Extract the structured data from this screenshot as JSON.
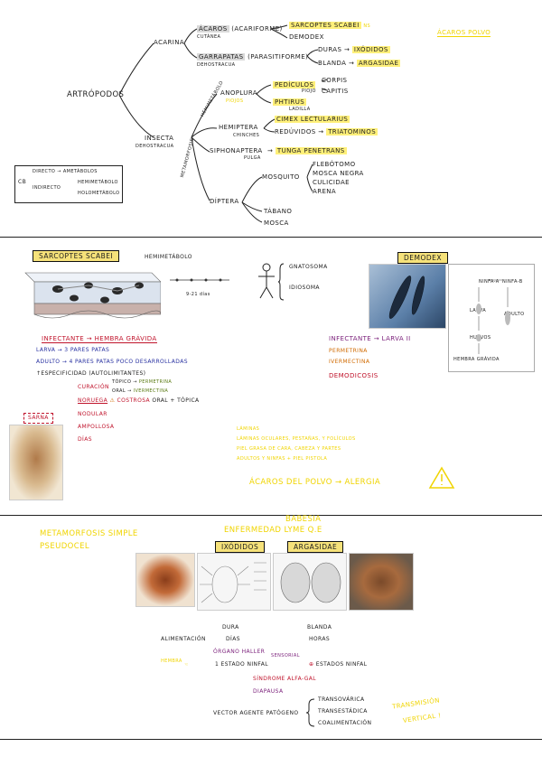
{
  "mindmap": {
    "root": "ARTRÓPODOS",
    "acarina": "ACARINA",
    "insecta": "INSECTA",
    "insecta_sub": "DEHOSTRACUA",
    "acaros": "ÁCAROS",
    "acaros_sub": "(ACARIFORME)",
    "cutanea": "CUTÁNEA",
    "garrapatas": "GARRAPATAS",
    "garrapatas_sub": "(PARASITIFORME)",
    "garrapatas_note": "DEHOSTRACUA",
    "sarcoptes": "SARCOPTES SCABEI",
    "demodex": "DEMODEX",
    "duras": "DURAS",
    "ixodidos": "IXÓDIDOS",
    "blanda": "BLANDA",
    "argasidae": "ARGASIDAE",
    "acaros_polvo": "ÁCAROS POLVO",
    "tag_ns": "NS",
    "anoplura": "ANOPLURA",
    "anoplura_note": "PIOJOS",
    "pediculus": "PEDÍCULOS",
    "piojo": "PIOJO",
    "corpis": "CORPIS",
    "capitis": "CAPITIS",
    "phtirus": "PHTIRUS",
    "ladilla": "LADILLA",
    "hemiptera": "HEMIPTERA",
    "chinches": "CHINCHES",
    "cimex": "CIMEX LECTULARIUS",
    "reduvidos": "REDÚVIDOS",
    "triatominos": "TRIATOMINOS",
    "siphonaptera": "SIPHONAPTERA",
    "pulga": "PULGA",
    "tunga": "TUNGA PENETRANS",
    "diptera": "DÍPTERA",
    "mosquito": "MOSQUITO",
    "flebotomo": "FLEBÓTOMO",
    "mosca_negra": "MOSCA NEGRA",
    "culicidae": "CULICIDAE",
    "arena": "ARENA",
    "tabano": "TÁBANO",
    "mosca": "MOSCA",
    "side_a": "HEMIMETÁBOLO",
    "side_b": "METAMORFOSIS"
  },
  "transmission_box": {
    "cb": "CB",
    "directo": "DIRECTO",
    "directo_val": "AMETÁBOLOS",
    "indirecto": "INDIRECTO",
    "hemi": "HEMIMETÁBOLO",
    "holo": "HOLOMETÁBOLO"
  },
  "section2": {
    "sarcoptes_title": "SARCOPTES SCABEI",
    "hemimetabolo": "HEMIMETÁBOLO",
    "days": "9-21 días",
    "gnatosoma": "GNATOSOMA",
    "idiosoma": "IDIOSOMA",
    "demodex_title": "DEMODEX",
    "infectante_hembra": "INFECTANTE → HEMBRA GRÁVIDA",
    "larva": "LARVA → 3 PARES PATAS",
    "adulto": "ADULTO → 4 PARES PATAS POCO DESARROLLADAS",
    "especificidad": "↑ESPECIFICIDAD (AUTOLIMITANTES)",
    "curacion": "CURACIÓN",
    "topico": "TÓPICO",
    "permetrina": "PERMETRINA",
    "oral": "ORAL",
    "ivermectina": "IVERMECTINA",
    "noruega": "NORUEGA",
    "costrosa": "COSTROSA",
    "oral_topica": "ORAL + TÓPICA",
    "nodular": "NODULAR",
    "ampollosa": "AMPOLLOSA",
    "dias": "DÍAS",
    "sarna": "SARNA",
    "infectante_larva": "INFECTANTE → LARVA II",
    "demo_perm": "PERMETRINA",
    "demo_iver": "IVERMECTINA",
    "demodicosis": "DEMODICOSIS",
    "acaros_polvo": "ÁCAROS DEL POLVO → ALERGIA",
    "faint1": "LÁMINAS",
    "faint2": "LÁMINAS OCULARES, PESTAÑAS, Y FOLÍCULOS",
    "faint3": "PIEL GRASA DE CARA, CABEZA Y PARTES",
    "faint4": "ADULTOS Y NINFAS + PIEL PISTOLA",
    "dm_ninfa1": "NINFA-A",
    "dm_ninfa2": "NINFA-B",
    "dm_adulto": "ADULTO",
    "dm_larva": "LARVA",
    "dm_huevos": "HUEVOS",
    "dm_hembra": "HEMBRA GRÁVIDA"
  },
  "section3": {
    "metamorfosis": "METAMORFOSIS SIMPLE",
    "pseudocel": "PSEUDOCEL",
    "babesia": "BABESIA",
    "lyme": "ENFERMEDAD LYME Q.E",
    "ixodidos": "IXÓDIDOS",
    "argasidae": "ARGASIDAE",
    "dura": "DURA",
    "blanda": "BLANDA",
    "alimentacion": "ALIMENTACIÓN",
    "dias": "DÍAS",
    "horas": "HORAS",
    "organo": "ÓRGANO HALLER",
    "organo_note": "SENSORIAL",
    "hembra": "HEMBRA",
    "estado1": "1 ESTADO NINFAL",
    "estados": "ESTADOS NINFAL",
    "sindrome": "SÍNDROME ALFA-GAL",
    "diapausa": "DIAPAUSA",
    "vector": "VECTOR AGENTE PATÓGENO",
    "transovarica": "TRANSOVÁRICA",
    "transestadica": "TRANSESTÁDICA",
    "coalimentacion": "COALIMENTACIÓN",
    "trans_vertical1": "TRANSMISIÓN",
    "trans_vertical2": "VERTICAL !"
  },
  "colors": {
    "highlight": "#fff07a",
    "yellow": "#f0d400",
    "red": "#c0142c",
    "blue": "#262fa0",
    "purple": "#7a1f7a"
  }
}
